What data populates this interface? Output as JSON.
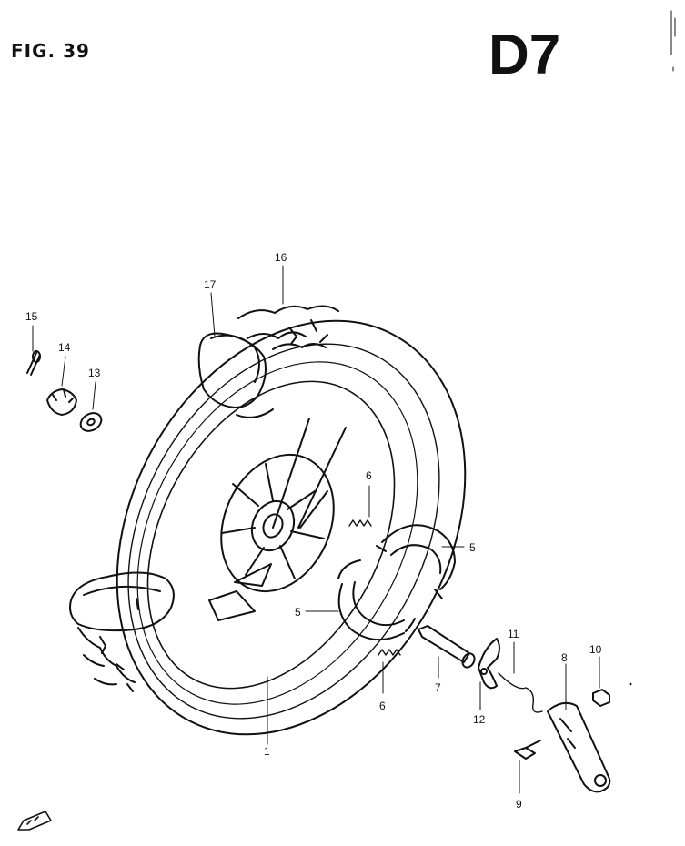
{
  "header": {
    "figure_label": "FIG. 39",
    "section_code": "D7"
  },
  "callouts": {
    "c1": "1",
    "c5a": "5",
    "c5b": "5",
    "c6a": "6",
    "c6b": "6",
    "c7": "7",
    "c8": "8",
    "c9": "9",
    "c10": "10",
    "c11": "11",
    "c12": "12",
    "c13": "13",
    "c14": "14",
    "c15": "15",
    "c16": "16",
    "c17": "17"
  },
  "icons": {
    "direction": "front-arrow-icon"
  }
}
